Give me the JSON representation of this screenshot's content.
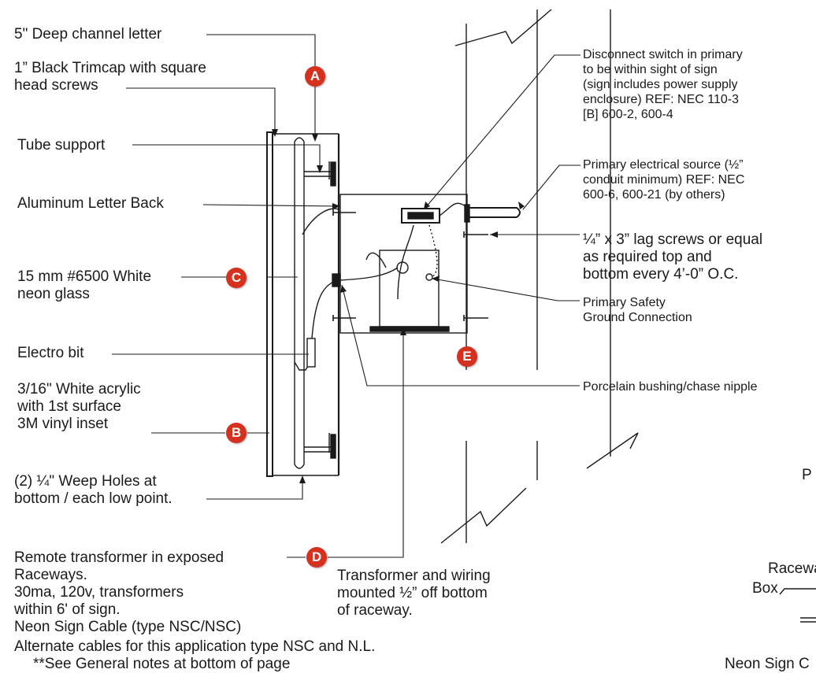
{
  "labels": {
    "channel_letter": "5\" Deep channel letter",
    "trimcap": "1” Black Trimcap with square\nhead screws",
    "tube_support": "Tube support",
    "letter_back": "Aluminum Letter Back",
    "neon_glass": "15 mm #6500 White\nneon glass",
    "electro_bit": "Electro bit",
    "acrylic": "3/16\" White acrylic\nwith 1st surface\n3M vinyl inset",
    "weep_holes": "(2) ¼\" Weep Holes at\nbottom / each low point.",
    "remote_transformer": "Remote transformer in exposed\nRaceways.\n30ma, 120v, transformers\nwithin 6' of sign.\nNeon Sign Cable (type NSC/NSC)",
    "alternate_cables": "Alternate cables for this application type NSC and N.L.",
    "general_notes": "**See General notes at bottom of page",
    "transformer_wiring": "Transformer and wiring\nmounted ½”  off bottom\nof raceway.",
    "disconnect_switch": "Disconnect switch in primary\nto be within sight of sign\n(sign includes power supply\nenclosure) REF: NEC 110-3\n[B] 600-2, 600-4",
    "primary_source": "Primary electrical source (½”\nconduit minimum) REF: NEC\n600-6, 600-21 (by others)",
    "lag_screws": "¼” x 3” lag screws or equal\nas required  top and\nbottom every 4’-0” O.C.",
    "safety_ground": "Primary Safety\n Ground Connection",
    "porcelain_bushing": "Porcelain bushing/chase nipple",
    "cut_p": "P",
    "cut_raceway": "Racewa",
    "cut_box": "Box",
    "cut_neon_cable": "Neon Sign C"
  },
  "markers": {
    "a": "A",
    "b": "B",
    "c": "C",
    "d": "D",
    "e": "E"
  },
  "colors": {
    "marker": "#d6301f",
    "line": "#1a1a1a"
  }
}
